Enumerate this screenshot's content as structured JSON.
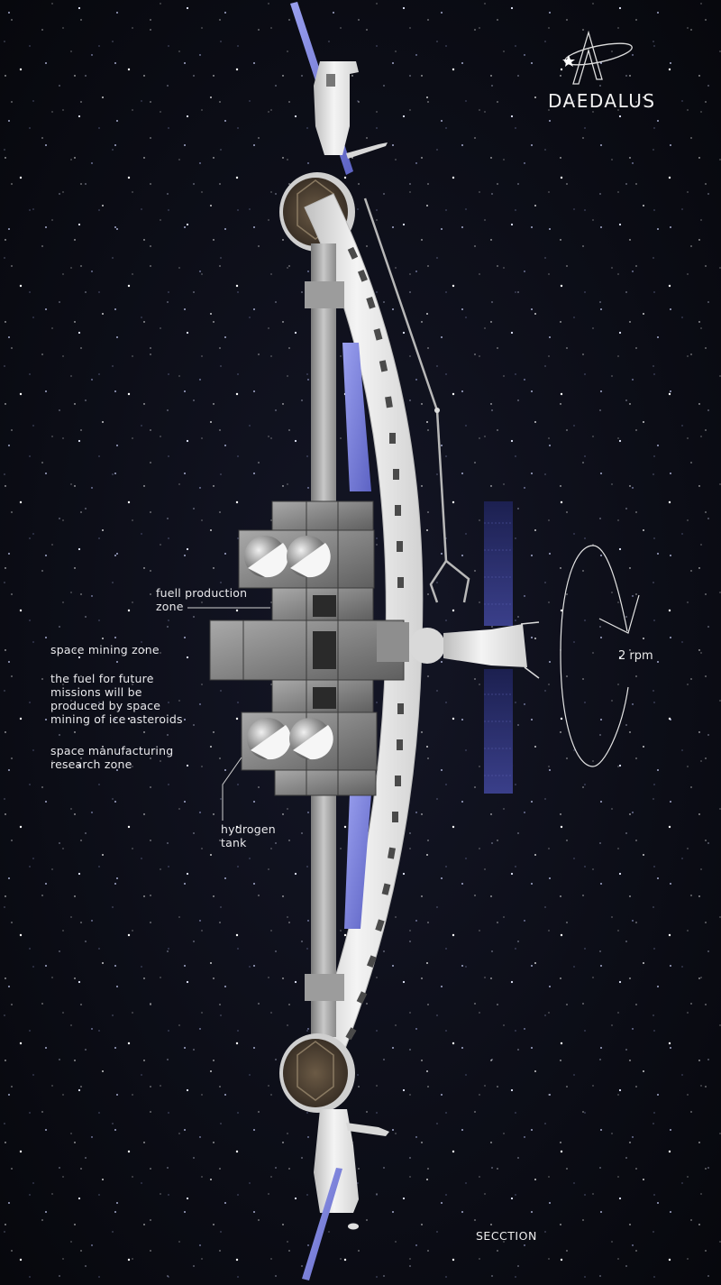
{
  "brand": {
    "name": "DAEDALUS",
    "logo_icon": "star-orbit-a-logo-icon"
  },
  "labels": {
    "fuel_production_zone": "fuell production\nzone",
    "space_mining_zone": "space mining zone",
    "fuel_description": "the fuel for future\nmissions will be\nproduced by space\nmining of ice asteroids",
    "manufacturing_zone": "space manufacturing\nresearch zone",
    "hydrogen_tank": "hydrogen\ntank",
    "rotation_speed": "2 rpm",
    "view_caption": "SECCTION"
  },
  "colors": {
    "background": "#0b0c14",
    "hull": "#e6e6e6",
    "hull_shadow": "#9a9a9a",
    "solar_panel": "#7f86d8",
    "solar_panel_dark": "#2d3170",
    "module_grey": "#8c8c8c",
    "annotation": "#e9e9ec"
  }
}
